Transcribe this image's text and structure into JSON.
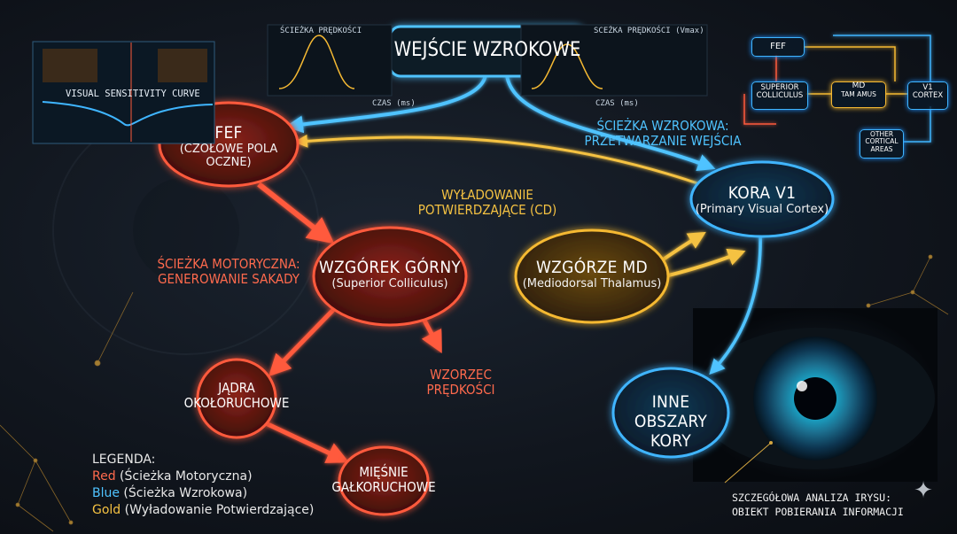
{
  "input": {
    "title": "WEJŚCIE WZROKOWE"
  },
  "nodes": {
    "fef": {
      "title": "FEF",
      "subtitle": "(CZOŁOWE POLA OCZNE)"
    },
    "sc": {
      "title": "WZGÓREK GÓRNY",
      "subtitle": "(Superior Colliculus)"
    },
    "md": {
      "title": "WZGÓRZE MD",
      "subtitle": "(Mediodorsal Thalamus)"
    },
    "v1": {
      "title": "KORA V1",
      "subtitle": "(Primary Visual Cortex)"
    },
    "other": {
      "line1": "INNE OBSZARY",
      "line2": "KORY"
    },
    "nuclei": {
      "line1": "JĄDRA",
      "line2": "OKOŁORUCHOWE"
    },
    "muscles": {
      "line1": "MIĘŚNIE",
      "line2": "GAŁKORUCHOWE"
    }
  },
  "edge_labels": {
    "visual_path": {
      "line1": "ŚCIEŻKA WZROKOWA:",
      "line2": "PRZETWARZANIE WEJŚCIA"
    },
    "motor_path": {
      "line1": "ŚCIEŻKA MOTORYCZNA:",
      "line2": "GENEROWANIE SAKADY"
    },
    "corollary": {
      "line1": "WYŁADOWANIE",
      "line2": "POTWIERDZAJĄCE (CD)"
    },
    "velocity": {
      "line1": "WZORZEC",
      "line2": "PRĘDKOŚCI"
    }
  },
  "legend": {
    "title": "LEGENDA:",
    "red_word": "Red",
    "red_desc": " (Ścieżka Motoryczna)",
    "blue_word": "Blue",
    "blue_desc": " (Ścieżka Wzrokowa)",
    "gold_word": "Gold",
    "gold_desc": " (Wyładowanie Potwierdzające)"
  },
  "iris_note": {
    "line1": "SZCZEGÓŁOWA ANALIZA IRYSU:",
    "line2": "OBIEKT POBIERANIA INFORMACJI"
  },
  "inset_left": {
    "title": "VISUAL SENSITIVITY CURVE"
  },
  "inset_mid": {
    "left_title": "ŚCIEŻKA PRĘDKOŚCI",
    "xlabel_left": "CZAS (ms)",
    "xlabel_right": "CZAS (ms)",
    "right_title": "SCEŻKA PRĘDKOŚCI (Vmax)"
  },
  "mini_map": {
    "fef": "FEF",
    "sc": "SUPERIOR COLLICULUS",
    "md": "MD",
    "md_sub": "TAM AMUS",
    "v1": "V1 CORTEX",
    "other": "OTHER CORTICAL AREAS"
  },
  "colors": {
    "red": "#ff5a3c",
    "blue": "#3fb5ff",
    "gold": "#f5b933"
  }
}
